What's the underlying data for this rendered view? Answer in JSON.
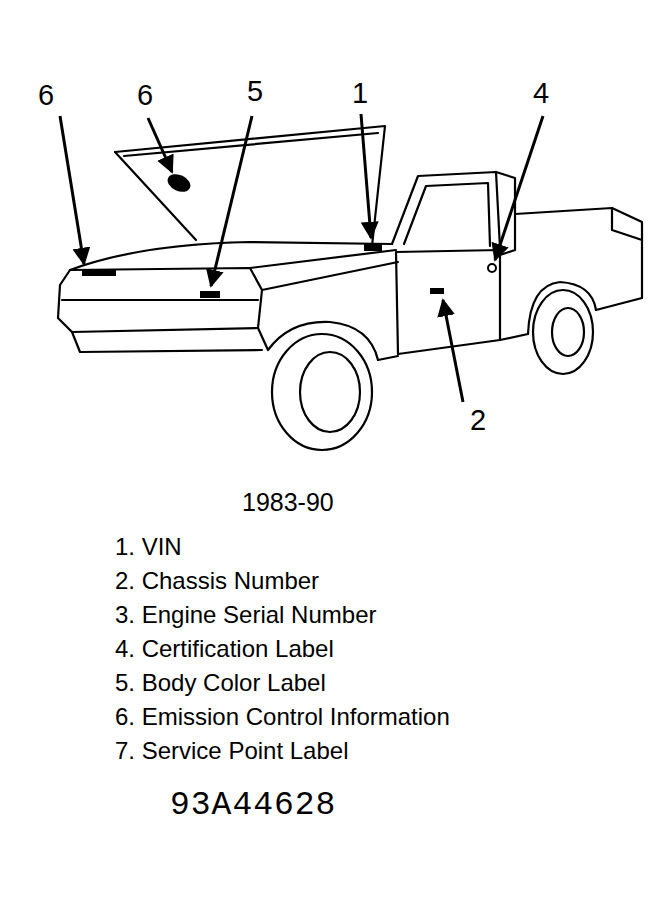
{
  "diagram": {
    "labels": [
      "6",
      "6",
      "5",
      "1",
      "4",
      "2",
      "1983-90",
      "1. VIN",
      "2. Chassis Number",
      "3. Engine Serial Number",
      "4. Certification Label",
      "5. Body Color Label",
      "6. Emission Control Information",
      "7. Service Point Label",
      "93A44628"
    ]
  }
}
